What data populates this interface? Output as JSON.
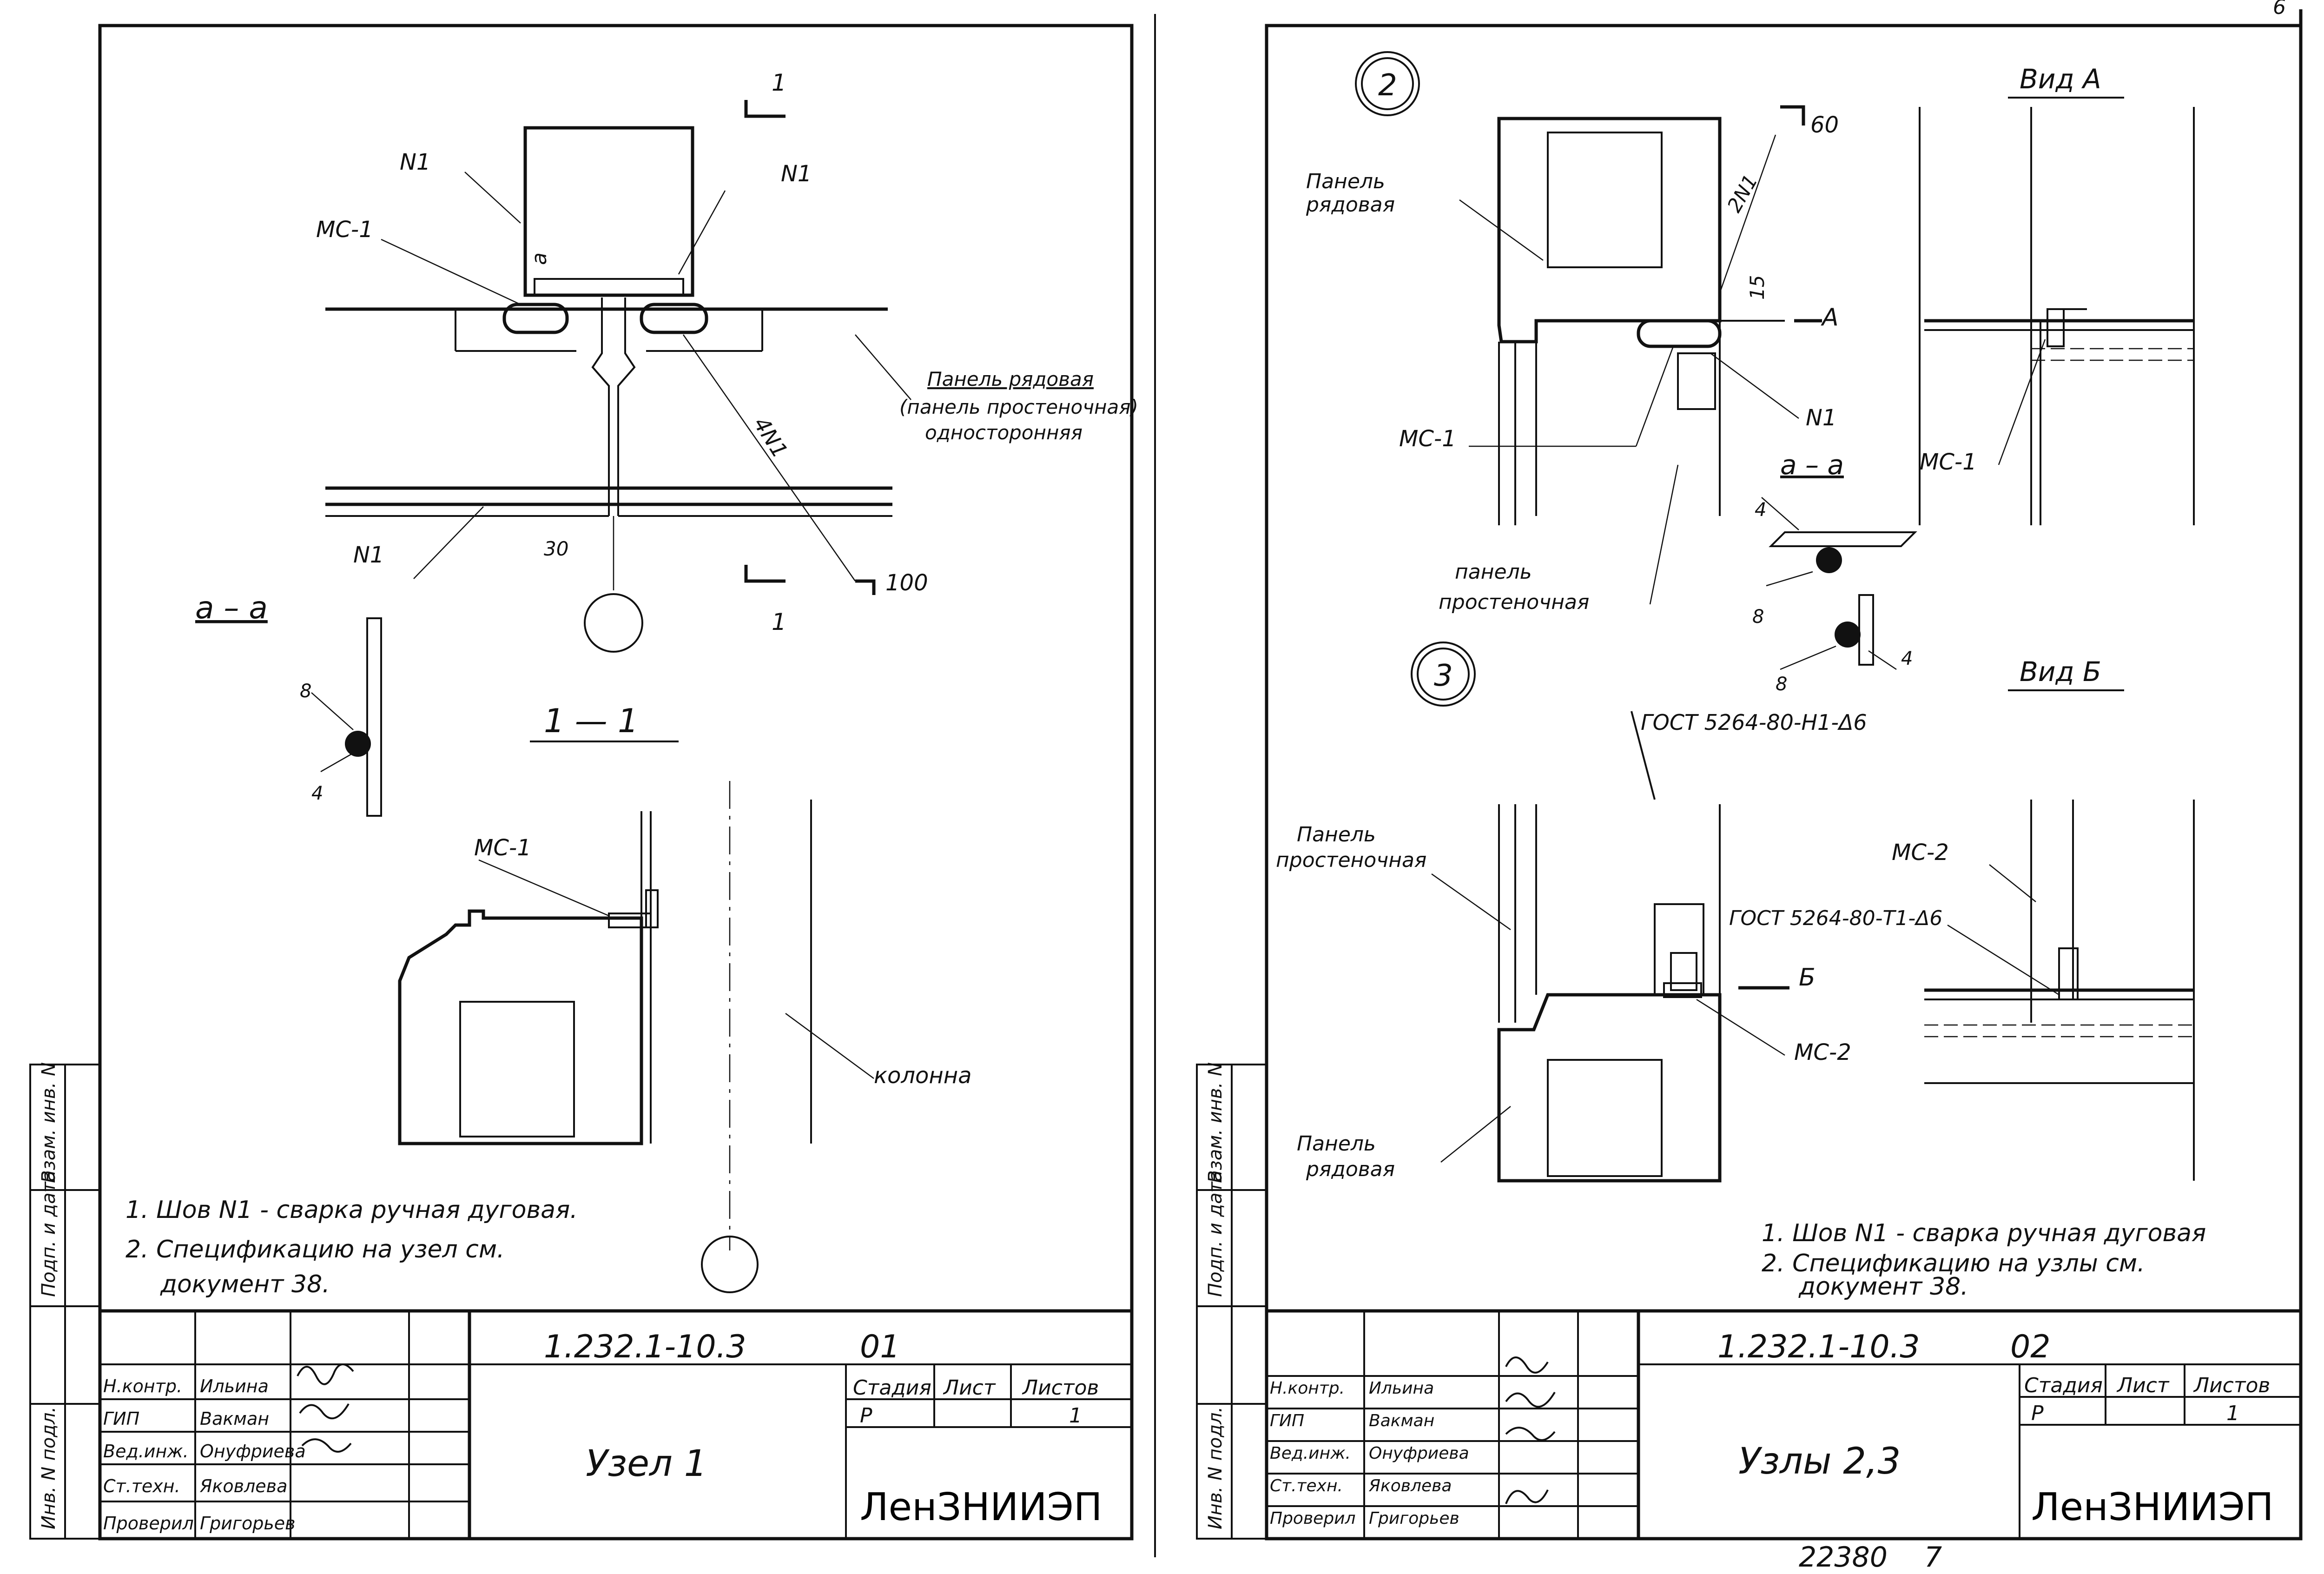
{
  "sheet_page_number": "6",
  "archive_number": "22380",
  "archive_page": "7",
  "sheets": [
    {
      "doc_code": "1.232.1-10.3",
      "sheet_no": "01",
      "title": "Узел 1",
      "org": "ЛенЗНИИЭП",
      "stage_header": "Стадия",
      "sheet_header": "Лист",
      "sheets_header": "Листов",
      "stage": "Р",
      "sheets_total": "1",
      "signers": [
        {
          "role": "Н.контр.",
          "name": "Ильина"
        },
        {
          "role": "ГИП",
          "name": "Вакман"
        },
        {
          "role": "Вед.инж.",
          "name": "Онуфриева"
        },
        {
          "role": "Ст.техн.",
          "name": "Яковлева"
        },
        {
          "role": "Проверил",
          "name": "Григорьев"
        }
      ],
      "notes": [
        "1. Шов N1 - сварка ручная дуговая.",
        "2. Спецификацию на узел см.",
        "документ 38."
      ],
      "labels": {
        "n1_top": "N1",
        "n1_right": "N1",
        "n1_bottom": "N1",
        "mc1_a": "МС-1",
        "mc1_b": "МС-1",
        "panel_a": "Панель рядовая",
        "panel_b": "(панель простеночная)",
        "panel_c": "односторонняя",
        "weld4n1": "4N1",
        "dim30": "30",
        "dim100": "100",
        "sec_mark": "1",
        "section_aa": "а – а",
        "section_11": "1 — 1",
        "column": "колонна",
        "dim8": "8",
        "dim4": "4",
        "a_mark": "а"
      }
    },
    {
      "doc_code": "1.232.1-10.3",
      "sheet_no": "02",
      "title": "Узлы 2,3",
      "org": "ЛенЗНИИЭП",
      "stage_header": "Стадия",
      "sheet_header": "Лист",
      "sheets_header": "Листов",
      "stage": "Р",
      "sheets_total": "1",
      "signers": [
        {
          "role": "Н.контр.",
          "name": "Ильина"
        },
        {
          "role": "ГИП",
          "name": "Вакман"
        },
        {
          "role": "Вед.инж.",
          "name": "Онуфриева"
        },
        {
          "role": "Ст.техн.",
          "name": "Яковлева"
        },
        {
          "role": "Проверил",
          "name": "Григорьев"
        }
      ],
      "notes": [
        "1. Шов N1 - сварка ручная дуговая",
        "2. Спецификацию на узлы см.",
        "документ 38."
      ],
      "labels": {
        "node2": "2",
        "node3": "3",
        "view_a": "Вид А",
        "view_b": "Вид Б",
        "panel_row_1": "Панель",
        "panel_row_2": "рядовая",
        "panel_pier_1": "панель",
        "panel_pier_2": "простеночная",
        "panel_pier2_1": "Панель",
        "panel_pier2_2": "простеночная",
        "panel_row2_1": "Панель",
        "panel_row2_2": "рядовая",
        "dim60": "60",
        "dim15": "15",
        "weld2n1": "2N1",
        "n1": "N1",
        "mc1_a": "МС-1",
        "mc1_b": "МС-1",
        "mc2_a": "МС-2",
        "mc2_b": "МС-2",
        "arrow_a": "А",
        "arrow_b": "Б",
        "section_aa": "а – а",
        "gost1": "ГОСТ 5264-80-Н1-Δ6",
        "gost2": "ГОСТ 5264-80-Т1-Δ6",
        "dim8": "8",
        "dim4": "4"
      }
    }
  ],
  "side_stamp": [
    "Взам. инв. N",
    "Подп. и дата",
    "Инв. N подл."
  ]
}
